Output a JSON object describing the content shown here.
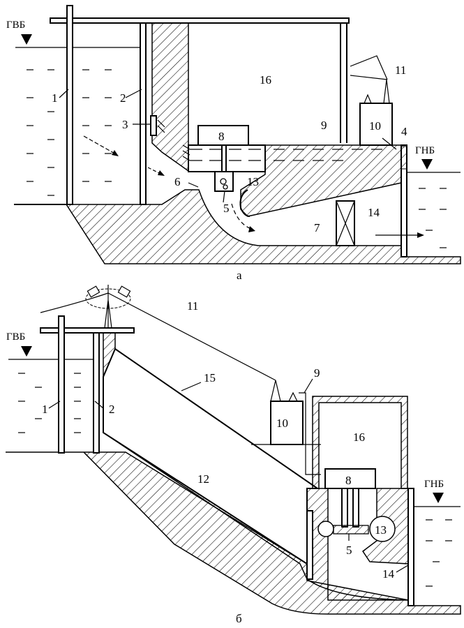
{
  "figure_a": {
    "caption": "а",
    "levels": {
      "upstream": "ГВБ",
      "downstream": "ГНБ"
    },
    "labels": {
      "n1": "1",
      "n2": "2",
      "n3": "3",
      "n4": "4",
      "n5": "5",
      "n6": "6",
      "n7": "7",
      "n8": "8",
      "n9": "9",
      "n10": "10",
      "n11": "11",
      "n13": "13",
      "n14": "14",
      "n16": "16"
    }
  },
  "figure_b": {
    "caption": "б",
    "levels": {
      "upstream": "ГВБ",
      "downstream": "ГНБ"
    },
    "labels": {
      "n1": "1",
      "n2": "2",
      "n5": "5",
      "n8": "8",
      "n9": "9",
      "n10": "10",
      "n11": "11",
      "n12": "12",
      "n13": "13",
      "n14": "14",
      "n15": "15",
      "n16": "16"
    }
  }
}
